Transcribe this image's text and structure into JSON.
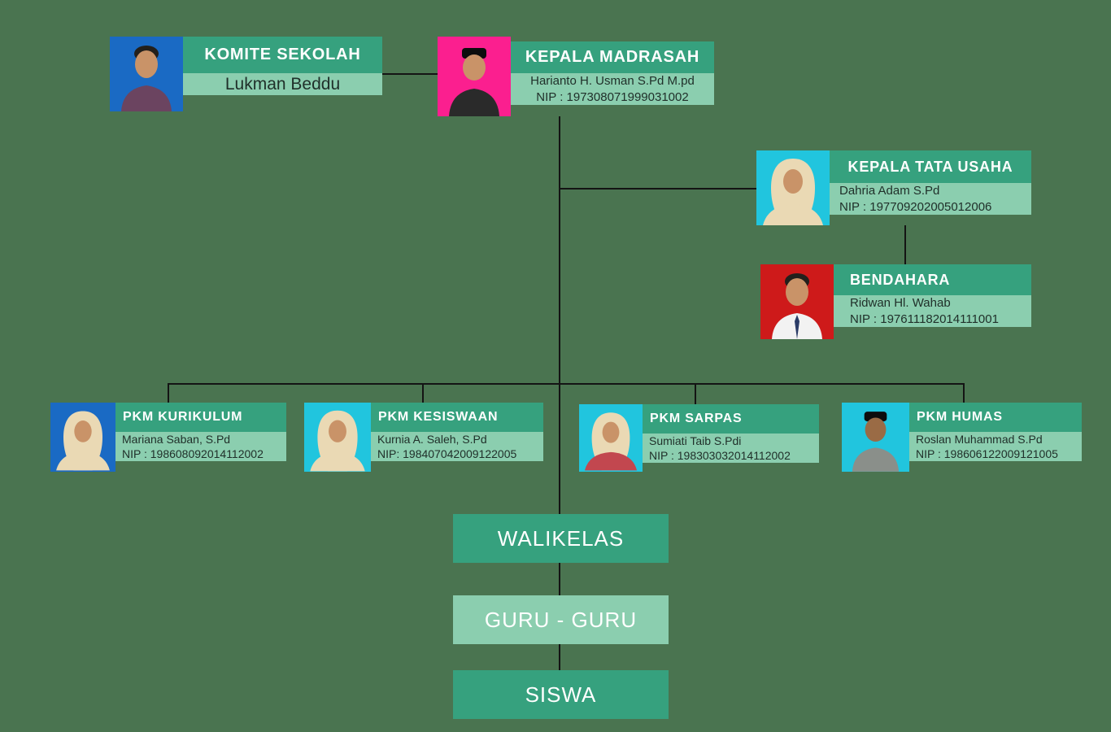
{
  "page": {
    "background": "#4a7450",
    "header_bg": "#36a17e",
    "body_bg": "#8bceaf",
    "header_text": "#ffffff",
    "body_text": "#20302a",
    "line_color": "#141414"
  },
  "nodes": {
    "komite": {
      "title": "KOMITE SEKOLAH",
      "name": "Lukman Beddu",
      "photo_bg": "#1a6ac4"
    },
    "kepala_madrasah": {
      "title": "KEPALA MADRASAH",
      "name": "Harianto H.  Usman S.Pd M.pd",
      "nip": "NIP : 197308071999031002",
      "photo_bg": "#fb1f8f"
    },
    "kepala_tata_usaha": {
      "title": "KEPALA TATA USAHA",
      "name": "Dahria Adam S.Pd",
      "nip": "NIP : 197709202005012006",
      "photo_bg": "#21c5de"
    },
    "bendahara": {
      "title": "BENDAHARA",
      "name": "Ridwan Hl.  Wahab",
      "nip": "NIP : 197611182014111001",
      "photo_bg": "#ce1a1a"
    },
    "pkm_kurikulum": {
      "title": "PKM KURIKULUM",
      "name": "Mariana Saban, S.Pd",
      "nip": "NIP : 198608092014112002",
      "photo_bg": "#1a6ac4"
    },
    "pkm_kesiswaan": {
      "title": "PKM KESISWAAN",
      "name": "Kurnia A.  Saleh, S.Pd",
      "nip": "NIP: 198407042009122005",
      "photo_bg": "#21c5de"
    },
    "pkm_sarpas": {
      "title": "PKM SARPAS",
      "name": "Sumiati Taib S.Pdi",
      "nip": "NIP : 198303032014112002",
      "photo_bg": "#21c5de"
    },
    "pkm_humas": {
      "title": "PKM HUMAS",
      "name": "Roslan Muhammad S.Pd",
      "nip": "NIP : 198606122009121005",
      "photo_bg": "#21c5de"
    },
    "walikelas": {
      "label": "WALIKELAS"
    },
    "guru": {
      "label": "GURU - GURU"
    },
    "siswa": {
      "label": "SISWA"
    }
  }
}
